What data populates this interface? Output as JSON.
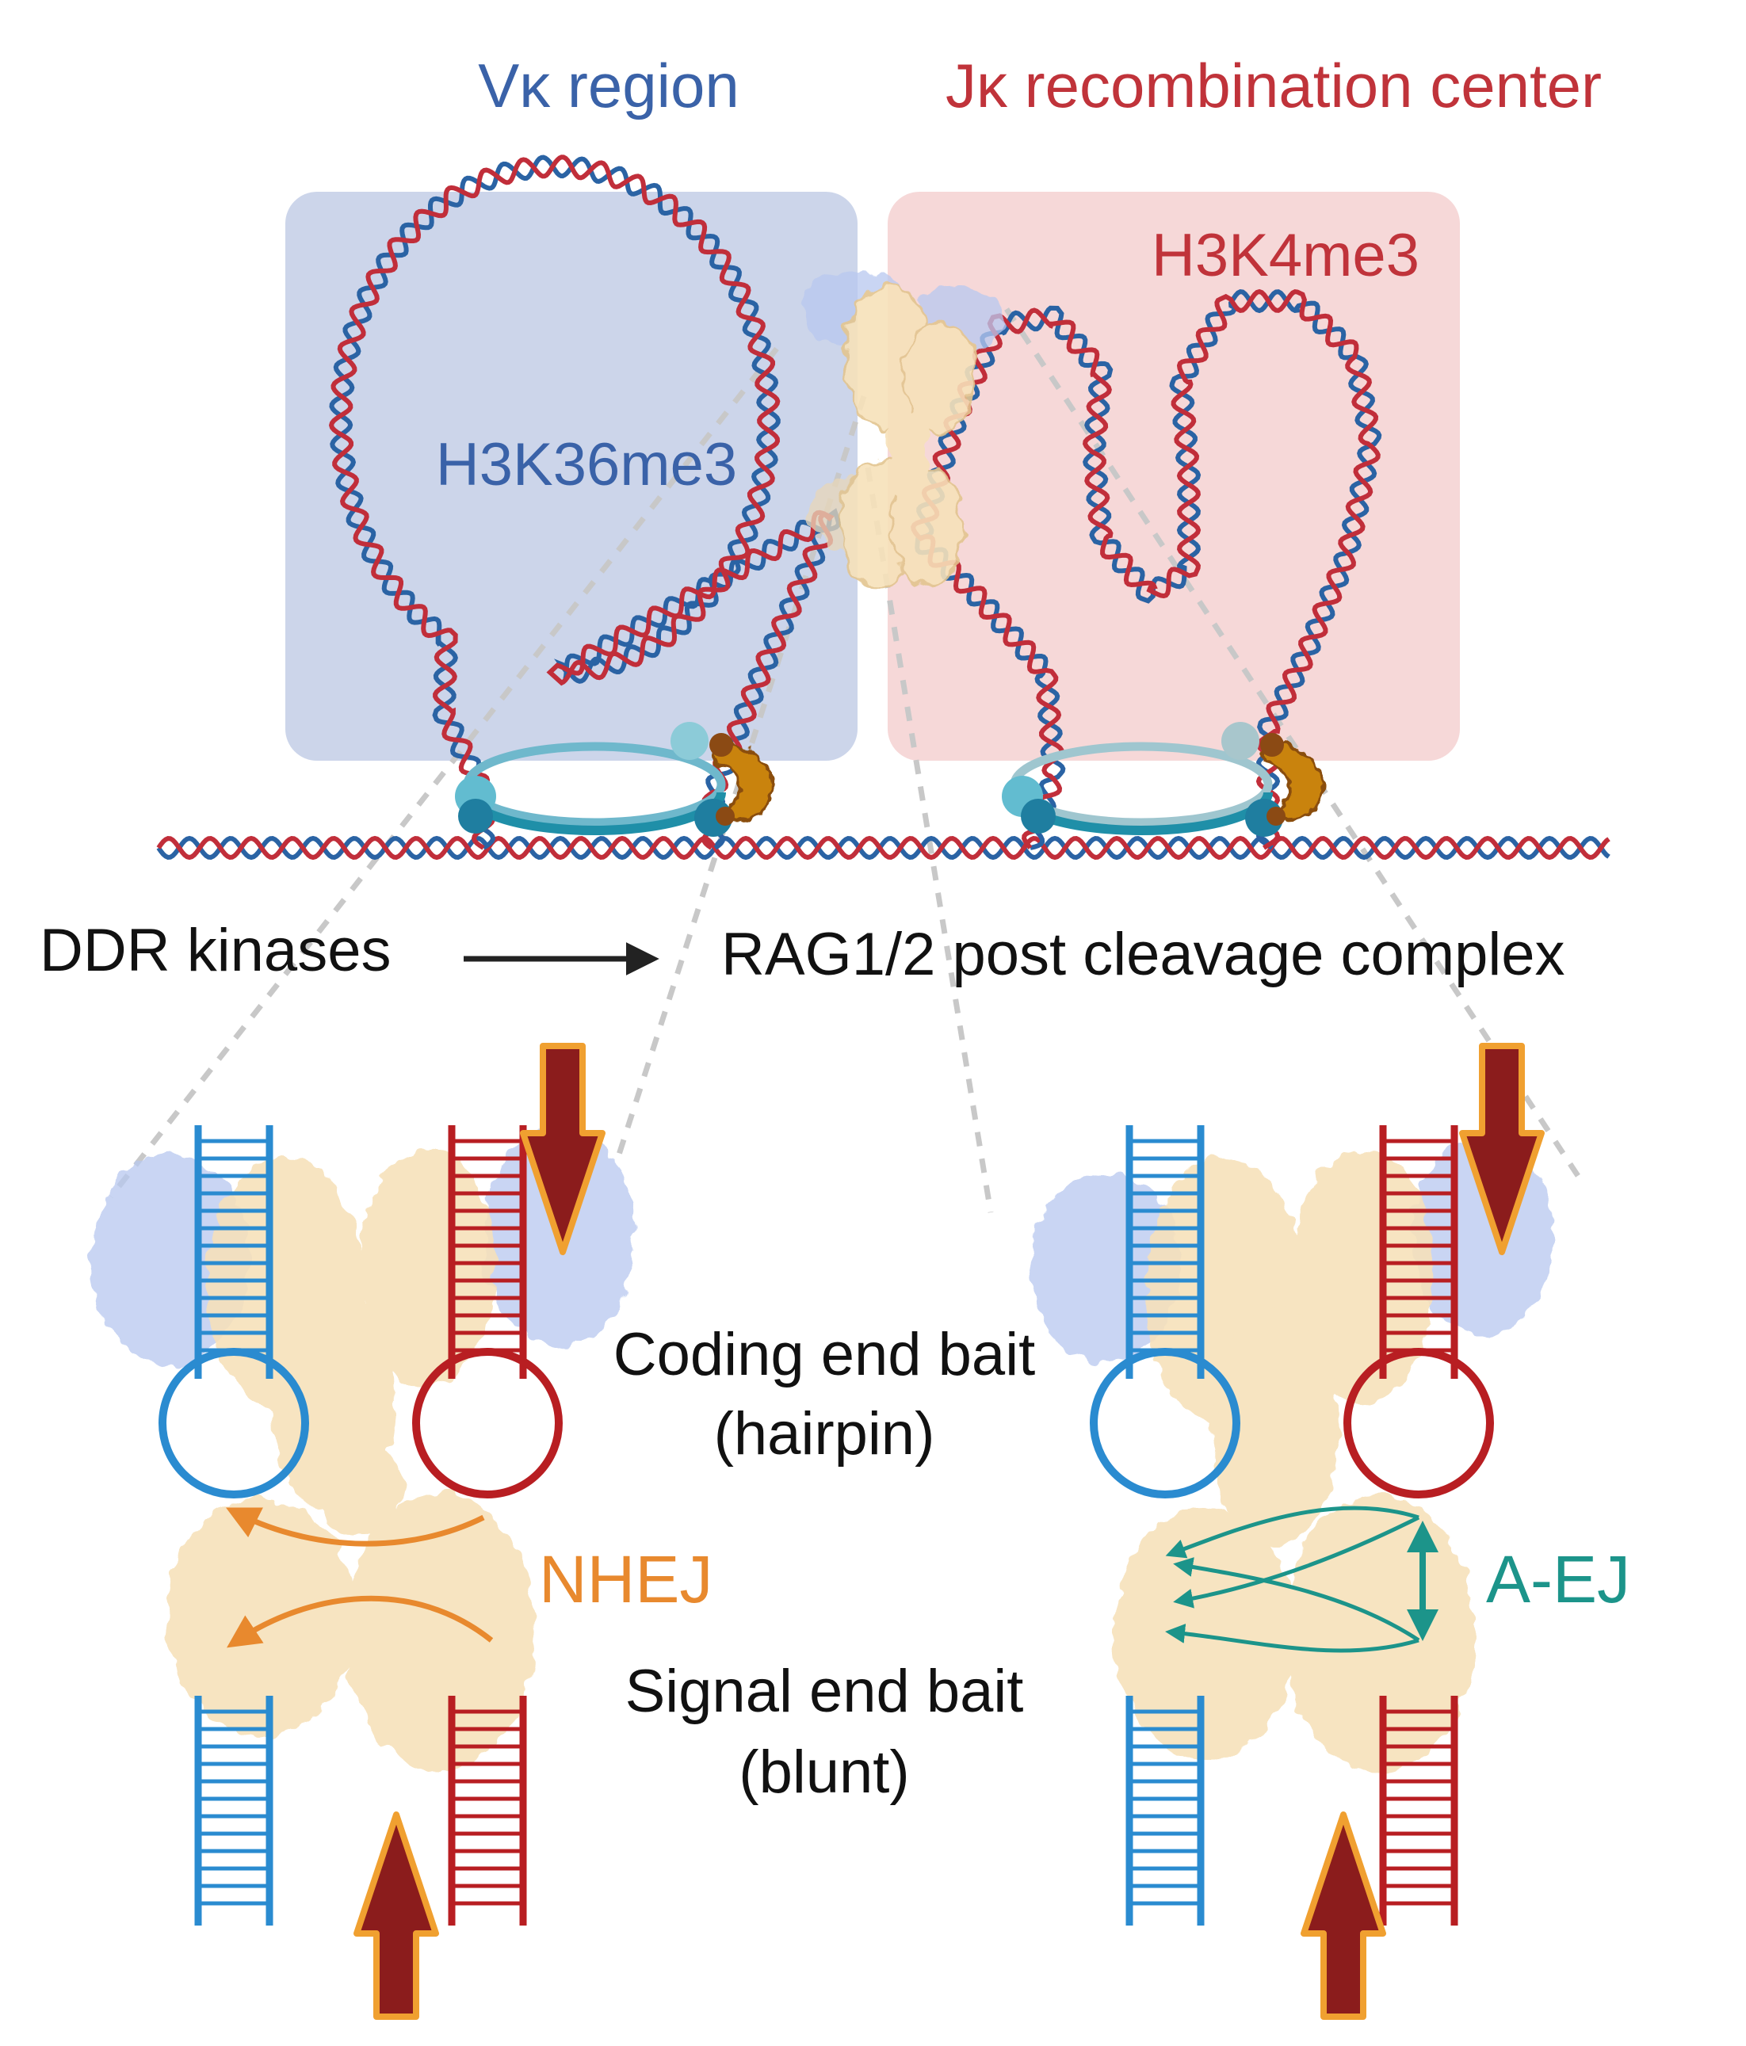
{
  "labels": {
    "vk_region": "Vκ region",
    "jk_center": "Jκ recombination center",
    "h3k36": "H3K36me3",
    "h3k4": "H3K4me3",
    "ddr": "DDR kinases",
    "rag": "RAG1/2 post cleavage complex",
    "coding_line1": "Coding end bait",
    "coding_line2": "(hairpin)",
    "signal_line1": "Signal end bait",
    "signal_line2": "(blunt)",
    "nhej": "NHEJ",
    "aej": "A-EJ"
  },
  "colors": {
    "vk_text": "#3a62a8",
    "jk_text": "#c0333a",
    "vk_box": "#ccd5ea",
    "jk_box": "#f6d8d8",
    "dna_blue": "#2a63a4",
    "dna_red": "#c12e3a",
    "nhej": "#e8892e",
    "aej": "#1c948a",
    "protein_orange": "#f7e1b9",
    "kinase_blue": "#b7c8ef",
    "ladder_blue": "#2a8bd0",
    "ladder_red": "#b81e22",
    "arrow_fill": "#8b1c1c",
    "arrow_edge": "#f0a030",
    "cohesin_ring": "#1f8fa8",
    "ctcf_brown": "#b2670f"
  }
}
